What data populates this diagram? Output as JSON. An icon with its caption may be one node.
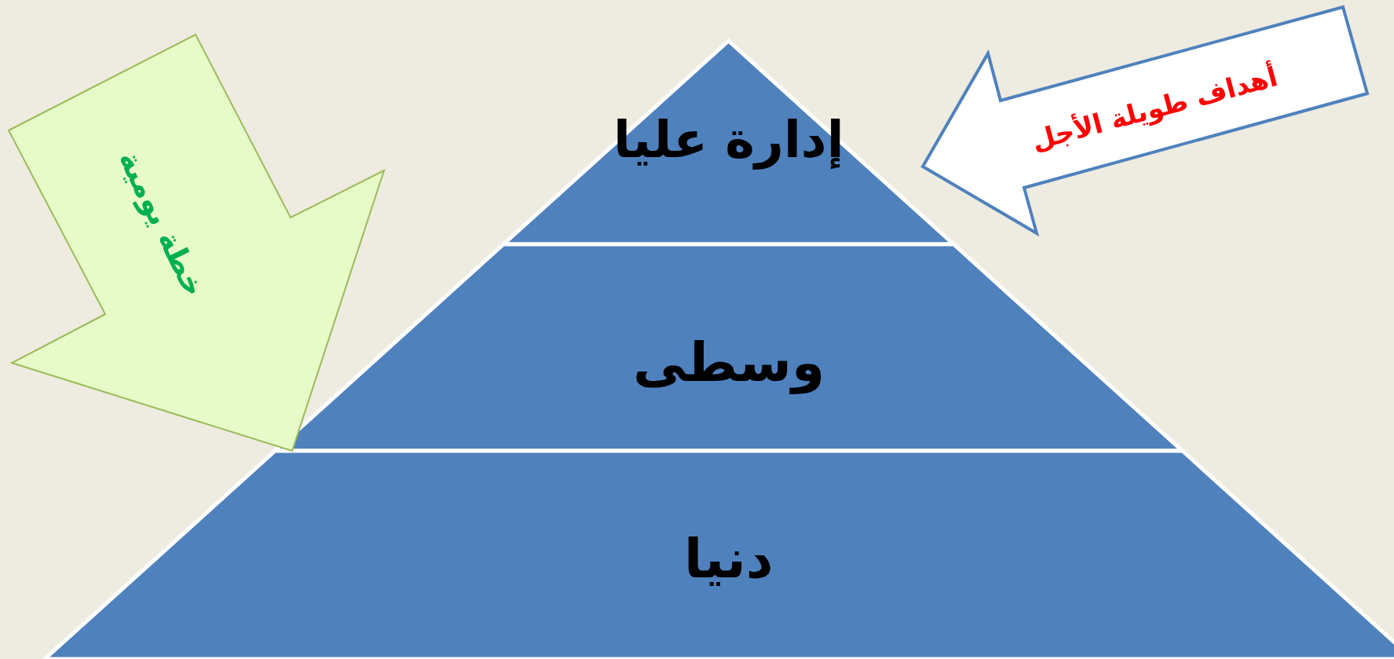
{
  "diagram": {
    "nodes": [
      {
        "text": [
          "إدارة عليا"
        ]
      },
      {
        "text": [
          "وسطى"
        ]
      },
      {
        "text": [
          "دنيا"
        ]
      },
      {
        "text": [
          "أهداف طويلة الأجل"
        ]
      },
      {
        "text": [
          "خطة يومية"
        ]
      }
    ]
  }
}
